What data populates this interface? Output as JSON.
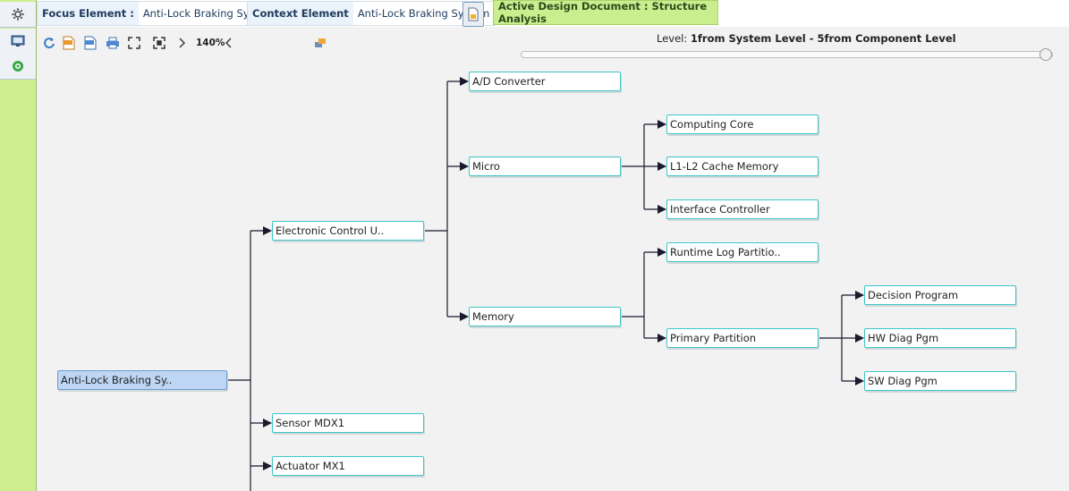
{
  "sidebar": {
    "buttons": [
      {
        "name": "settings-gear-icon"
      },
      {
        "name": "screen-view-icon"
      },
      {
        "name": "recycle-icon"
      }
    ]
  },
  "header": {
    "focus_label": "Focus Element :",
    "focus_value": "Anti-Lock Braking System",
    "context_label": "Context Element",
    "context_value": "Anti-Lock Braking System",
    "active_document": "Active Design Document : Structure Analysis"
  },
  "toolbar": {
    "zoom_value": "140%",
    "icons": [
      "refresh-icon",
      "export-svg-icon",
      "export-png-icon",
      "print-icon",
      "fit-screen-icon",
      "fit-selection-icon",
      "zoom-in-icon",
      "zoom-out-icon",
      "database-icon"
    ]
  },
  "level": {
    "label": "Level:",
    "range_text": "1from System Level - 5from Component Level",
    "value": 5,
    "min": 1,
    "max": 5
  },
  "tree": {
    "root": "Anti-Lock Braking Sy..",
    "level2": [
      "Electronic Control U..",
      "Sensor MDX1",
      "Actuator MX1"
    ],
    "level3": [
      "A/D Converter",
      "Micro",
      "Memory"
    ],
    "micro_children": [
      "Computing Core",
      "L1-L2 Cache Memory",
      "Interface Controller"
    ],
    "memory_children": [
      "Runtime Log Partitio..",
      "Primary Partition"
    ],
    "partition_children": [
      "Decision Program",
      "HW Diag Pgm",
      "SW Diag Pgm"
    ]
  },
  "colors": {
    "sidebar": "#cfee8e",
    "active_doc": "#c8ee8e",
    "node_border": "#3fc6c6",
    "root_fill": "#bcd6f4",
    "connector": "#1a1a2e"
  }
}
